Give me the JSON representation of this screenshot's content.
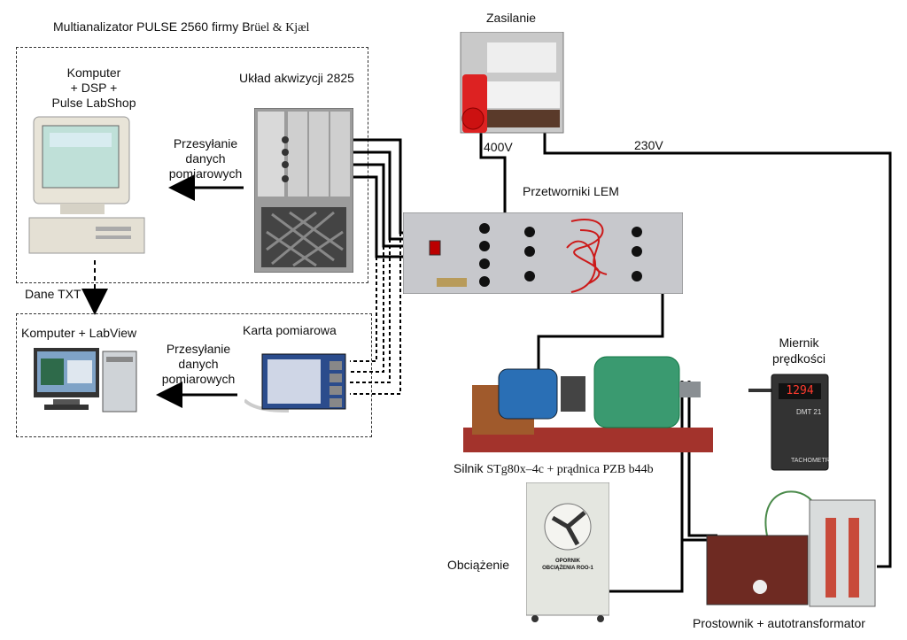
{
  "labels": {
    "pulse_title_sans": "Multianalizator PULSE 2560 firmy Br",
    "pulse_title_serif": "üel & Kjæl",
    "computer_dsp": [
      "Komputer",
      "+ DSP +",
      "Pulse LabShop"
    ],
    "acq_unit": "Układ akwizycji 2825",
    "data_transfer_1": [
      "Przesyłanie",
      "danych",
      "pomiarowych"
    ],
    "dane_txt": "Dane TXT",
    "komputer_labview": "Komputer + LabView",
    "karta": "Karta pomiarowa",
    "data_transfer_2": [
      "Przesyłanie",
      "danych",
      "pomiarowych"
    ],
    "zasilanie": "Zasilanie",
    "v400": "400V",
    "v230": "230V",
    "lem": "Przetworniki LEM",
    "miernik": [
      "Miernik",
      "prędkości"
    ],
    "silnik_sans": "Silnik ",
    "silnik_serif": "STg80x–4c + prądnica PZB b44b",
    "obciazenie": "Obciążenie",
    "prostownik": "Prostownik + autotransformator",
    "tacho_display": "1294",
    "tacho_model": "DMT 21",
    "tacho_brand": "TACHOMETR",
    "opornik": [
      "OPORNIK",
      "OBCIĄŻENIA ROO-1"
    ]
  },
  "colors": {
    "wire": "#000000",
    "motor_blue": "#2a6fb5",
    "generator_green": "#3a9a70",
    "base_red": "#a3332c",
    "lem_cables": "#cc1a1a"
  }
}
